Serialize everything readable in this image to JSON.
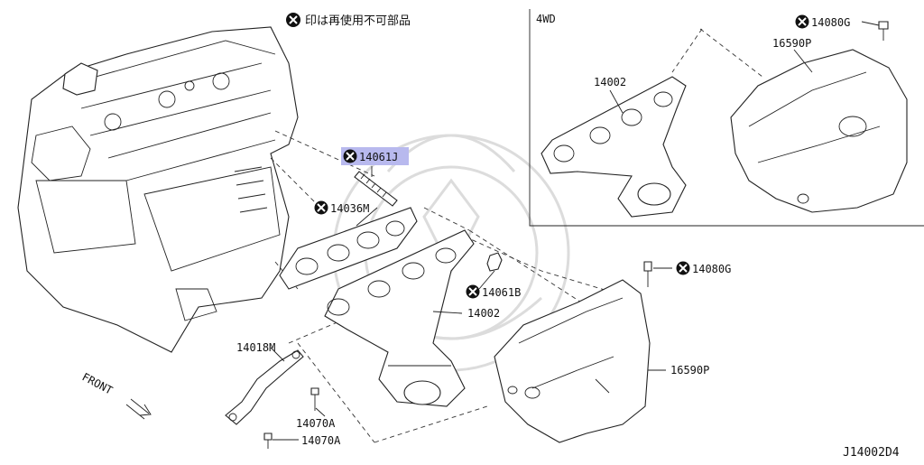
{
  "note": {
    "icon": "x-circle-icon",
    "text": "印は再使用不可部品"
  },
  "panel": {
    "title": "4WD"
  },
  "callouts": {
    "p14061J": "14061J",
    "p14036M": "14036M",
    "p14061B": "14061B",
    "p14002_main": "14002",
    "p14002_4wd": "14002",
    "p14080G_main": "14080G",
    "p14080G_4wd": "14080G",
    "p16590P_main": "16590P",
    "p16590P_4wd": "16590P",
    "p14018M": "14018M",
    "p14070A_1": "14070A",
    "p14070A_2": "14070A"
  },
  "front_label": "FRONT",
  "diagram_code": "J14002D4",
  "colors": {
    "highlight": "#b8b9ee",
    "line": "#222222"
  }
}
